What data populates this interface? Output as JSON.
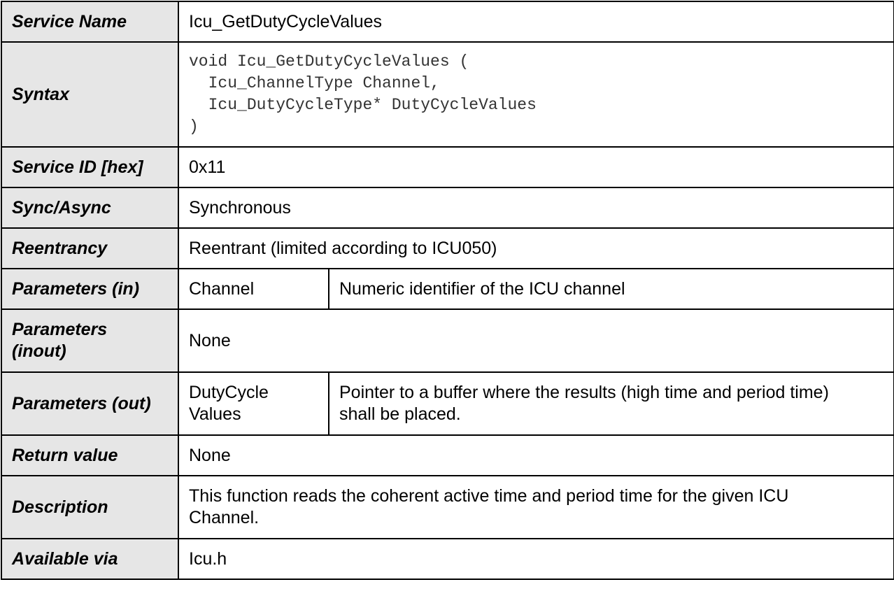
{
  "rows": {
    "service_name": {
      "label": "Service Name",
      "value": "Icu_GetDutyCycleValues"
    },
    "syntax": {
      "label": "Syntax",
      "lines": [
        "void Icu_GetDutyCycleValues (",
        "  Icu_ChannelType Channel,",
        "  Icu_DutyCycleType* DutyCycleValues",
        ")"
      ]
    },
    "service_id": {
      "label": "Service ID [hex]",
      "value": "0x11"
    },
    "sync": {
      "label": "Sync/Async",
      "value": "Synchronous"
    },
    "reentrancy": {
      "label": "Reentrancy",
      "value": "Reentrant (limited according to ICU050)"
    },
    "params_in": {
      "label": "Parameters (in)",
      "name": "Channel",
      "desc": "Numeric identifier of the ICU channel"
    },
    "params_inout": {
      "label_line1": "Parameters",
      "label_line2": "(inout)",
      "value": "None"
    },
    "params_out": {
      "label": "Parameters (out)",
      "name_line1": "DutyCycle",
      "name_line2": "Values",
      "desc_line1": "Pointer to a buffer where the results (high time and period time)",
      "desc_line2": "shall be placed."
    },
    "return_value": {
      "label": "Return value",
      "value": "None"
    },
    "description": {
      "label": "Description",
      "line1": "This function reads the coherent active time and period time for the given ICU",
      "line2": "Channel."
    },
    "available_via": {
      "label": "Available via",
      "value": "Icu.h"
    }
  }
}
